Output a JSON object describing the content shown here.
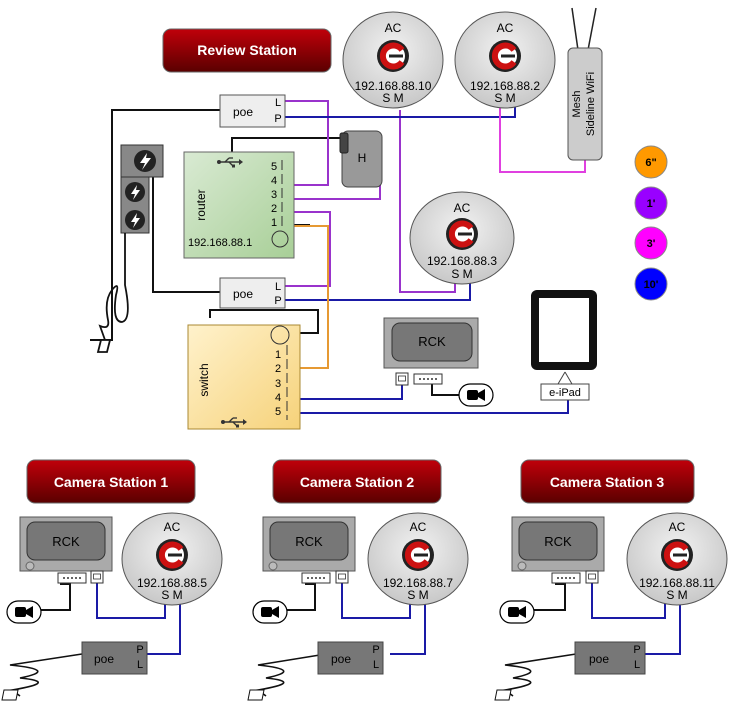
{
  "review_station": {
    "title": "Review Station"
  },
  "camera_stations": [
    {
      "title": "Camera Station 1",
      "rck": "RCK",
      "ac": "AC",
      "ip": "192.168.88.5",
      "sm": "S M",
      "poe": "poe",
      "p": "P",
      "l": "L"
    },
    {
      "title": "Camera Station 2",
      "rck": "RCK",
      "ac": "AC",
      "ip": "192.168.88.7",
      "sm": "S M",
      "poe": "poe",
      "p": "P",
      "l": "L"
    },
    {
      "title": "Camera Station 3",
      "rck": "RCK",
      "ac": "AC",
      "ip": "192.168.88.11",
      "sm": "S M",
      "poe": "poe",
      "p": "P",
      "l": "L"
    }
  ],
  "access_points": [
    {
      "label": "AC",
      "ip": "192.168.88.10",
      "sm": "S M"
    },
    {
      "label": "AC",
      "ip": "192.168.88.2",
      "sm": "S M"
    },
    {
      "label": "AC",
      "ip": "192.168.88.3",
      "sm": "S M"
    }
  ],
  "mesh": {
    "line1": "Mesh",
    "line2": "Sideline WiFi"
  },
  "router": {
    "label": "router",
    "ip": "192.168.88.1",
    "ports": [
      "5",
      "4",
      "3",
      "2",
      "1"
    ]
  },
  "switch": {
    "label": "switch",
    "ports": [
      "1",
      "2",
      "3",
      "4",
      "5"
    ]
  },
  "poe_top": {
    "label": "poe",
    "l": "L",
    "p": "P"
  },
  "poe_mid": {
    "label": "poe",
    "l": "L",
    "p": "P"
  },
  "hub": {
    "label": "H"
  },
  "rck_review": {
    "label": "RCK"
  },
  "ipad": {
    "label": "e-iPad"
  },
  "legend": [
    {
      "label": "6\"",
      "color": "#ff9900"
    },
    {
      "label": "1'",
      "color": "#9900ff"
    },
    {
      "label": "3'",
      "color": "#ff00ff"
    },
    {
      "label": "10'",
      "color": "#0000ff"
    }
  ],
  "colors": {
    "banner": "#9a0000",
    "router_fill": "#c3dfb3",
    "switch_fill": "#ffe599",
    "device_gray": "#999999",
    "ac_fill": "#dddddd",
    "cable_blue": "#1a1aa6",
    "cable_purple": "#9933cc",
    "cable_magenta": "#e040e0",
    "cable_orange": "#e69933"
  }
}
